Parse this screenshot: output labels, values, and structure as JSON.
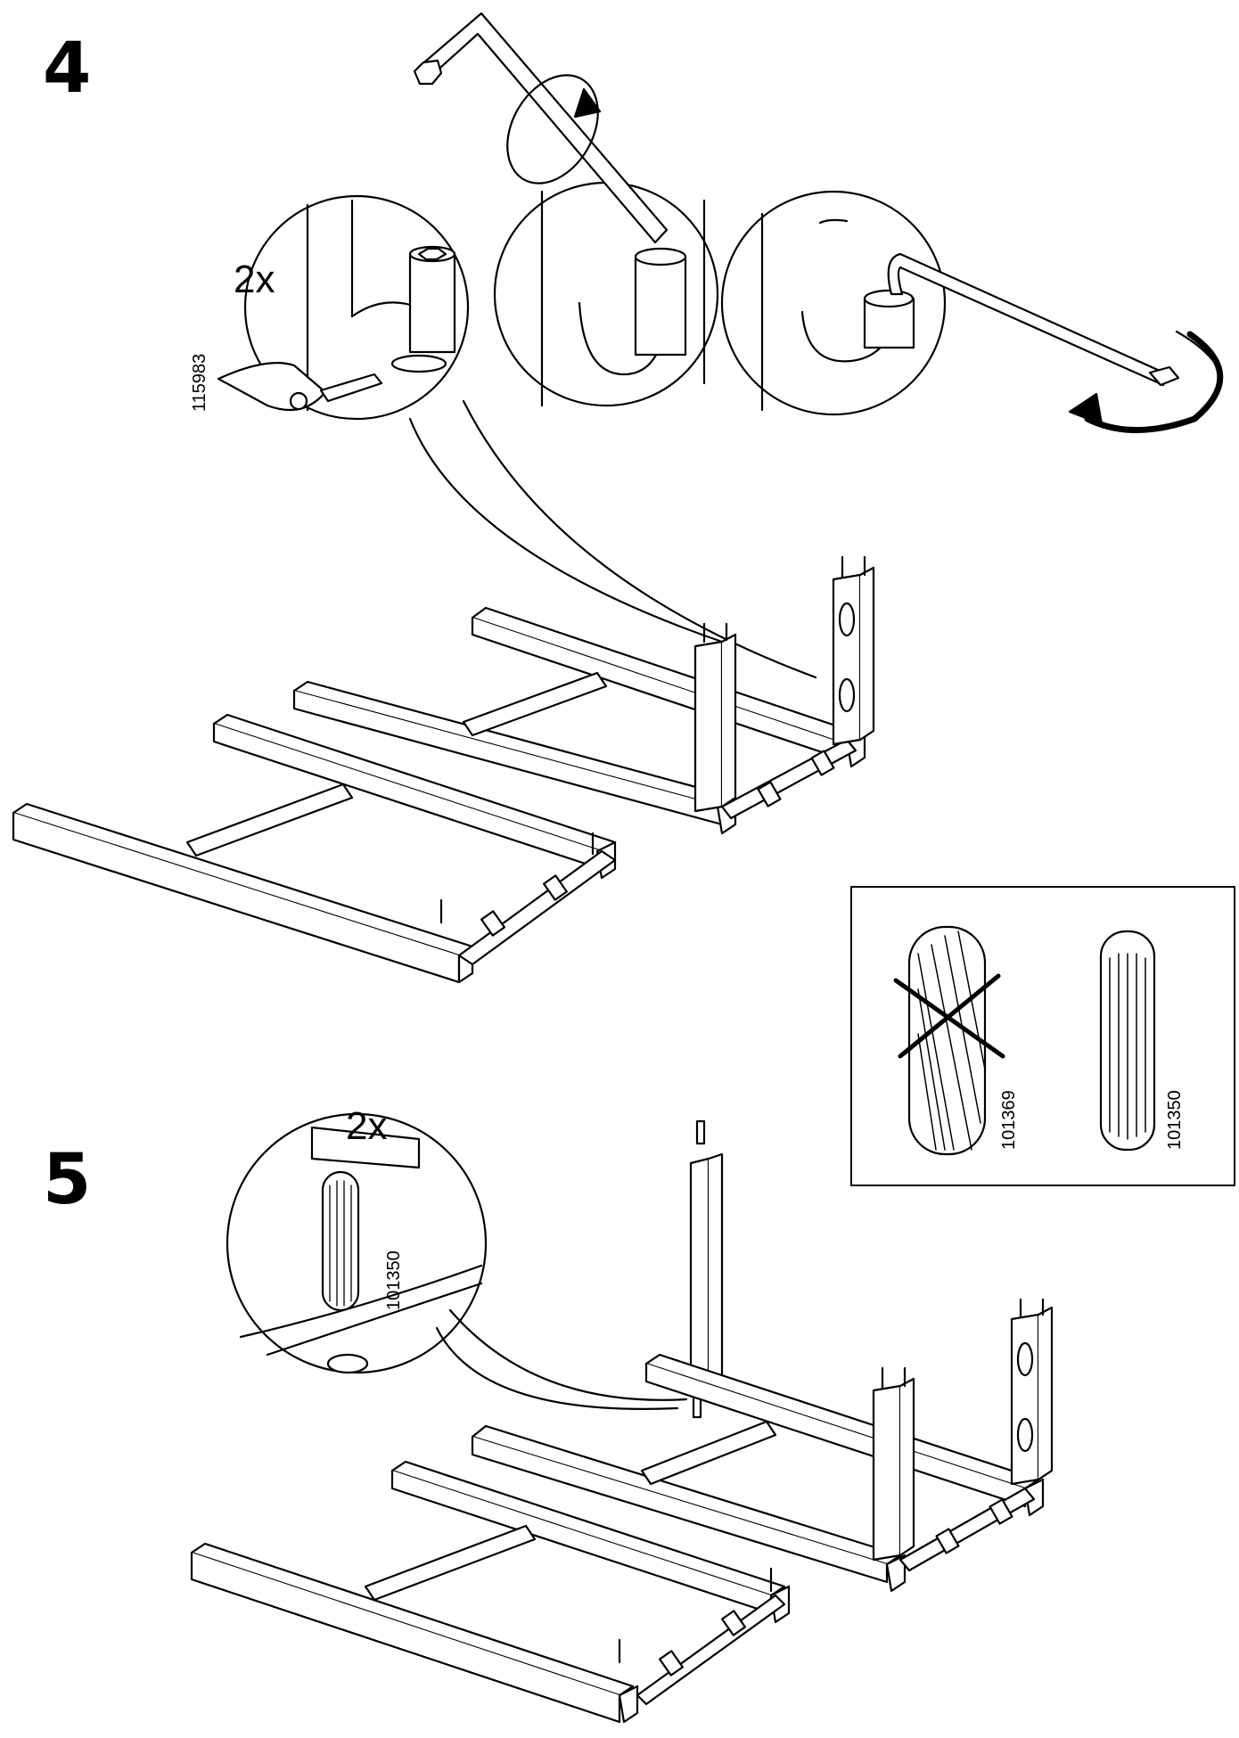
{
  "steps": [
    {
      "number": "4",
      "quantity": "2x",
      "part_number": "115983"
    },
    {
      "number": "5",
      "quantity": "2x",
      "part_number": "101350"
    }
  ],
  "dowel_comparison": {
    "wrong_part_number": "101369",
    "correct_part_number": "101350"
  }
}
